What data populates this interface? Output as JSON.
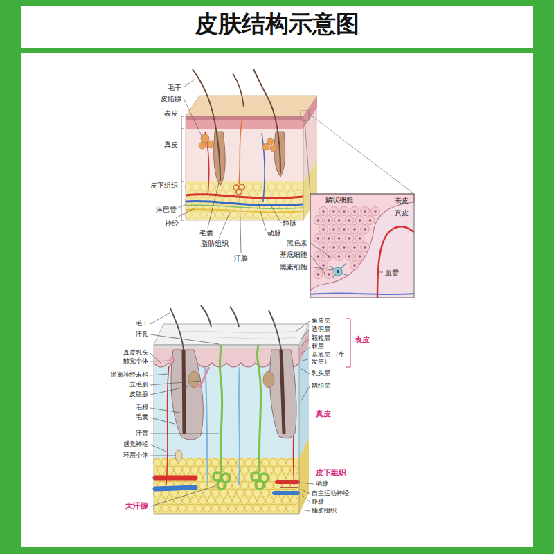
{
  "diagram": {
    "title": "皮肤结构示意图",
    "labels": [
      "毛干",
      "皮脂腺",
      "表皮",
      "真皮",
      "皮下组织",
      "淋巴管",
      "神经",
      "毛囊",
      "脂肪组织",
      "汗腺",
      "静脉",
      "动脉",
      "鳞状细胞",
      "表皮",
      "真皮",
      "黑色素",
      "基底细胞",
      "黑素细胞",
      "血管",
      "毛干",
      "汗孔",
      "真皮乳头",
      "触觉小体",
      "游离神经末梢",
      "立毛肌",
      "皮脂腺",
      "毛根",
      "毛囊",
      "汗管",
      "感觉神经",
      "环层小体",
      "大汗腺",
      "角质层",
      "透明层",
      "颗粒层",
      "棘层",
      "基底层 （生发层）",
      "表皮",
      "乳头层",
      "网织层",
      "真皮",
      "皮下组织",
      "动脉",
      "自主运动神经",
      "静脉",
      "脂肪组织"
    ]
  }
}
